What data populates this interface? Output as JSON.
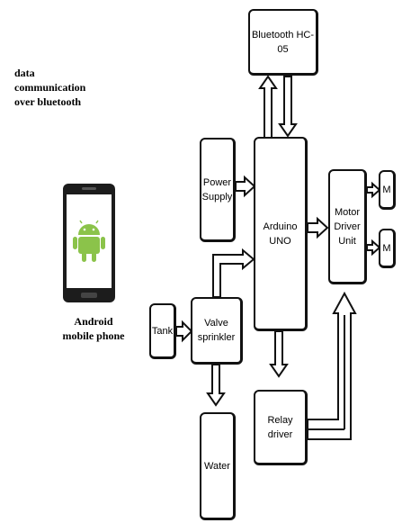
{
  "captions": {
    "data_link": "data\ncommunication\nover bluetooth",
    "phone": "Android\nmobile phone"
  },
  "blocks": {
    "bluetooth": "Bluetooth HC-05",
    "power_supply": "Power\nSupply",
    "arduino": "Arduino\nUNO",
    "motor_driver": "Motor\nDriver\nUnit",
    "motor_1": "M",
    "motor_2": "M",
    "tank": "Tank",
    "valve_sprinkler": "Valve sprinkler",
    "relay_driver": "Relay driver",
    "water": "Water"
  },
  "colors": {
    "android_green": "#8bc34a",
    "phone_body": "#1c1c1c",
    "screen": "#ffffff"
  },
  "icons": {
    "phone": "android-phone-icon",
    "robot": "android-robot-icon"
  }
}
